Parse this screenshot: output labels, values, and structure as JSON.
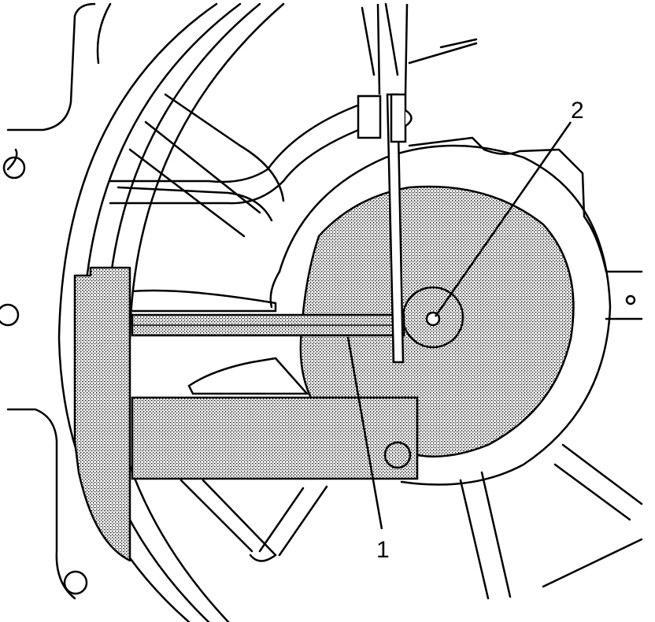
{
  "figure": {
    "callouts": [
      {
        "number": "1"
      },
      {
        "number": "2"
      }
    ],
    "colors": {
      "line": "#000000",
      "background": "#ffffff",
      "shading": "stipple-gray"
    }
  }
}
